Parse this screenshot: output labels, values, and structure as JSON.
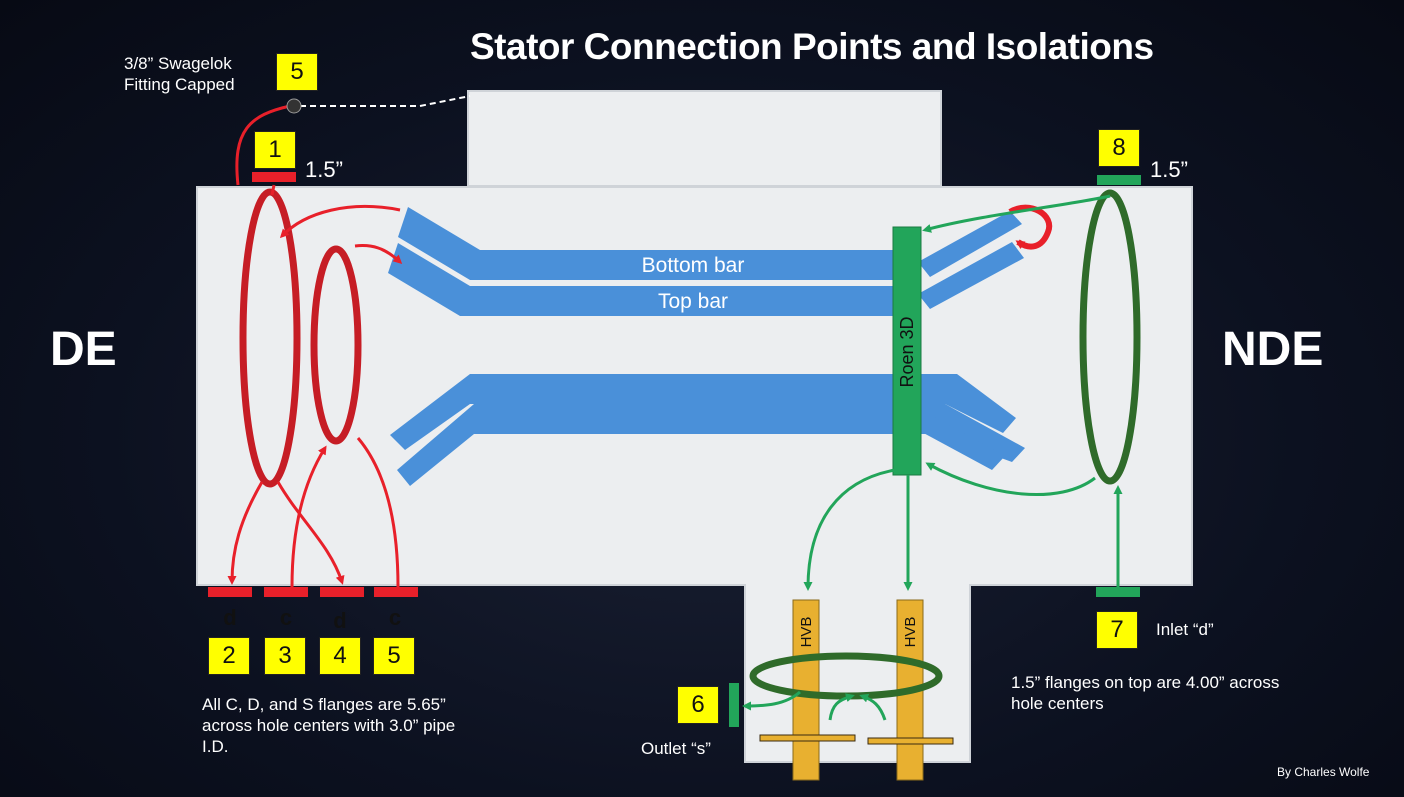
{
  "title": "Stator Connection Points and Isolations",
  "side_labels": {
    "left": "DE",
    "right": "NDE"
  },
  "bars": {
    "bottom": "Bottom bar",
    "top": "Top bar",
    "ring": "Roen 3D",
    "hvb": "HVB"
  },
  "badges": {
    "swagelok": "5",
    "top_left": "1",
    "top_right": "8",
    "d1": "2",
    "c1": "3",
    "d2": "4",
    "c2": "5",
    "outlet": "6",
    "inlet": "7"
  },
  "flange_letters": {
    "d1": "d",
    "c1": "c",
    "d2": "d",
    "c2": "c"
  },
  "flange_size_left": "1.5”",
  "flange_size_right": "1.5”",
  "swagelok_note": "3/8” Swagelok Fitting Capped",
  "note_left": "All C, D, and S flanges are 5.65” across hole centers with 3.0” pipe I.D.",
  "note_right": "1.5” flanges on top are 4.00” across hole centers",
  "inlet_label": "Inlet “d”",
  "outlet_label": "Outlet “s”",
  "credit": "By Charles Wolfe",
  "colors": {
    "red": "#e8202a",
    "green": "#22a55a",
    "dark_green": "#2f6b2a",
    "blue": "#4a90d9",
    "yellow": "#ffff00",
    "hvb": "#e8b030",
    "stator": "#eceef0"
  }
}
